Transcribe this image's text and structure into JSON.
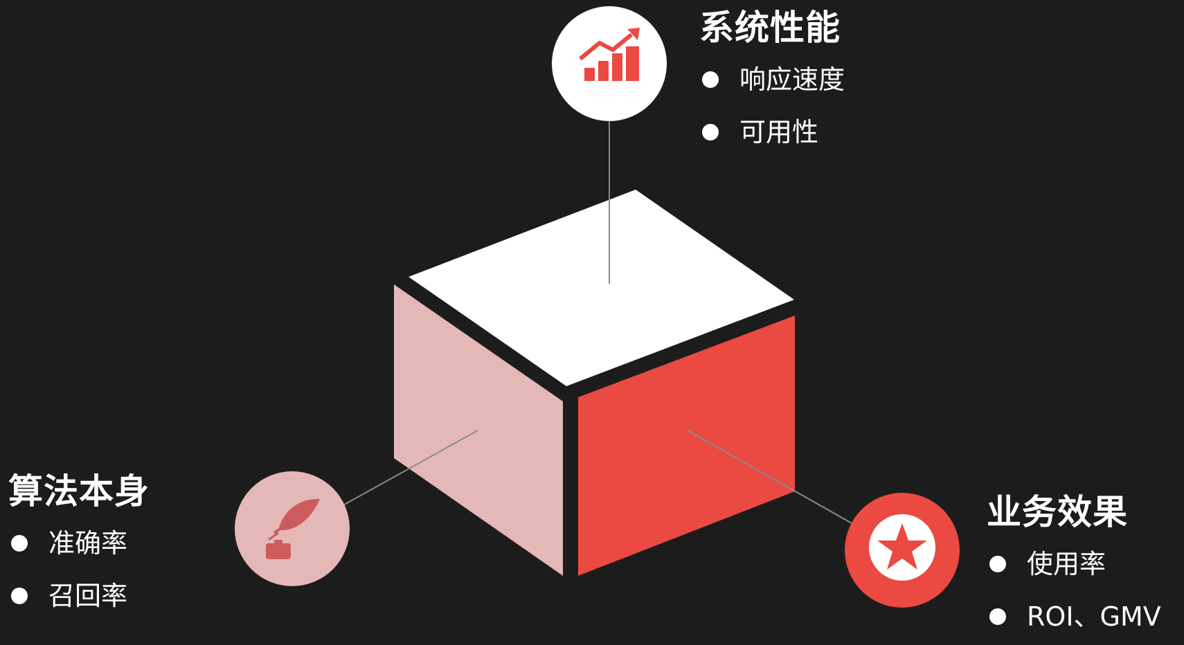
{
  "colors": {
    "background": "#1d1c1c",
    "cube_top": "#ffffff",
    "cube_left": "#e5b8b8",
    "cube_right": "#ea4a42",
    "connector": "#8a8a8a",
    "icon_red": "#ea4a42",
    "icon_pink": "#e5b8b8",
    "icon_dark_pink": "#cc5b5d"
  },
  "groups": {
    "system": {
      "title": "系统性能",
      "icon": "bar-chart-trend-icon",
      "items": [
        "响应速度",
        "可用性"
      ]
    },
    "algorithm": {
      "title": "算法本身",
      "icon": "quill-inkpot-icon",
      "items": [
        "准确率",
        "召回率"
      ]
    },
    "business": {
      "title": "业务效果",
      "icon": "star-badge-icon",
      "items": [
        "使用率",
        "ROI、GMV"
      ]
    }
  }
}
